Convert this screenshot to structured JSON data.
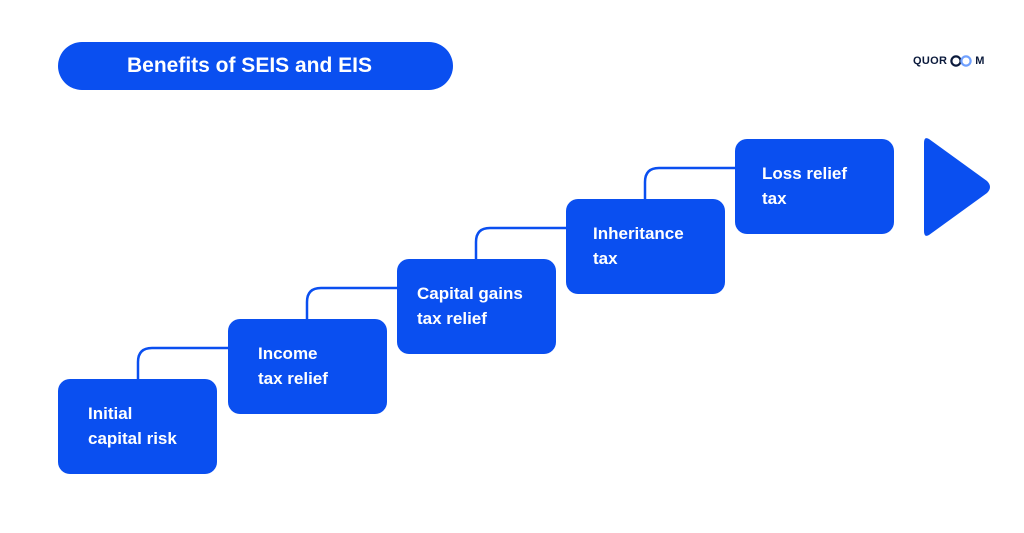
{
  "title": "Benefits of SEIS and EIS",
  "logo": {
    "left": "QUOR",
    "right": "M",
    "mark_icon": "double-ring-icon"
  },
  "colors": {
    "accent": "#0a4ff0",
    "text_on_accent": "#ffffff",
    "logo_text": "#0b1a3c",
    "logo_ring": "#6fa0ff"
  },
  "steps": [
    {
      "line1": "Initial",
      "line2": "capital risk"
    },
    {
      "line1": "Income",
      "line2": "tax relief"
    },
    {
      "line1": "Capital gains",
      "line2": "tax relief"
    },
    {
      "line1": "Inheritance",
      "line2": "tax"
    },
    {
      "line1": "Loss relief",
      "line2": "tax"
    }
  ],
  "end_marker_icon": "play-arrow-icon"
}
